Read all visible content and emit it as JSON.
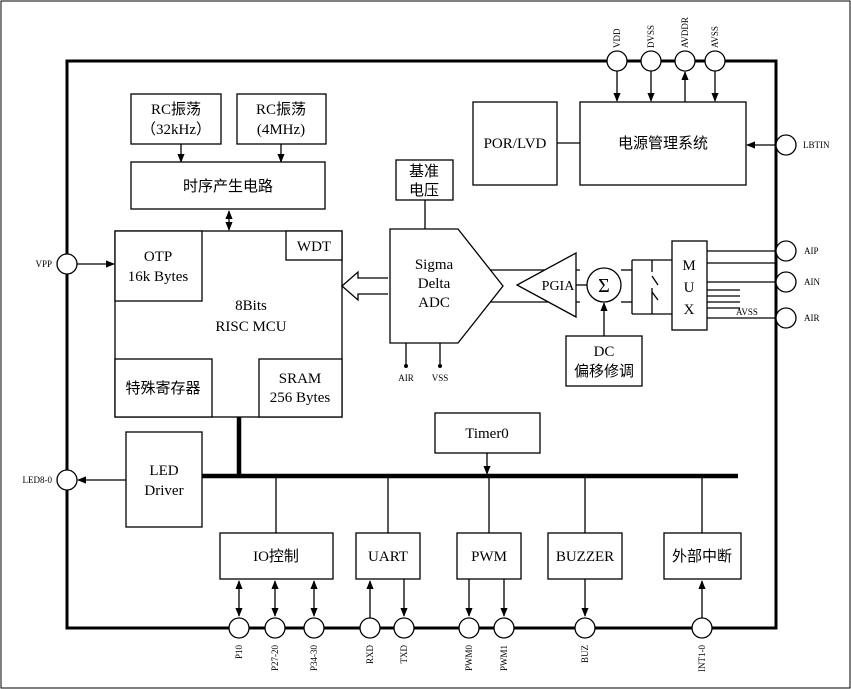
{
  "blocks": {
    "rc32_l1": "RC振荡",
    "rc32_l2": "（32kHz）",
    "rc4_l1": "RC振荡",
    "rc4_l2": "(4MHz)",
    "timing": "时序产生电路",
    "otp_l1": "OTP",
    "otp_l2": "16k Bytes",
    "wdt": "WDT",
    "mcu_l1": "8Bits",
    "mcu_l2": "RISC  MCU",
    "sfr": "特殊寄存器",
    "sram_l1": "SRAM",
    "sram_l2": "256 Bytes",
    "vref_l1": "基准",
    "vref_l2": "电压",
    "adc_l1": "Sigma",
    "adc_l2": "Delta",
    "adc_l3": "ADC",
    "pgia": "PGIA",
    "sigma": "Σ",
    "mux_m": "M",
    "mux_u": "U",
    "mux_x": "X",
    "dc_l1": "DC",
    "dc_l2": "偏移修调",
    "porlvd": "POR/LVD",
    "pmu": "电源管理系统",
    "timer0": "Timer0",
    "led_l1": "LED",
    "led_l2": "Driver",
    "io": "IO控制",
    "uart": "UART",
    "pwm": "PWM",
    "buzzer": "BUZZER",
    "int": "外部中断"
  },
  "pins": {
    "vdd": "VDD",
    "dvss": "DVSS",
    "avddr": "AVDDR",
    "avss_top": "AVSS",
    "lbtin": "LBTIN",
    "aip": "AIP",
    "ain": "AIN",
    "avss_mux": "AVSS",
    "air": "AIR",
    "vpp": "VPP",
    "led": "LED8-0",
    "adc_air": "AIR",
    "adc_vss": "VSS",
    "p10": "P10",
    "p27": "P27-20",
    "p34": "P34-30",
    "rxd": "RXD",
    "txd": "TXD",
    "pwm0": "PWM0",
    "pwm1": "PWM1",
    "buz": "BUZ",
    "int": "INT1-0"
  }
}
